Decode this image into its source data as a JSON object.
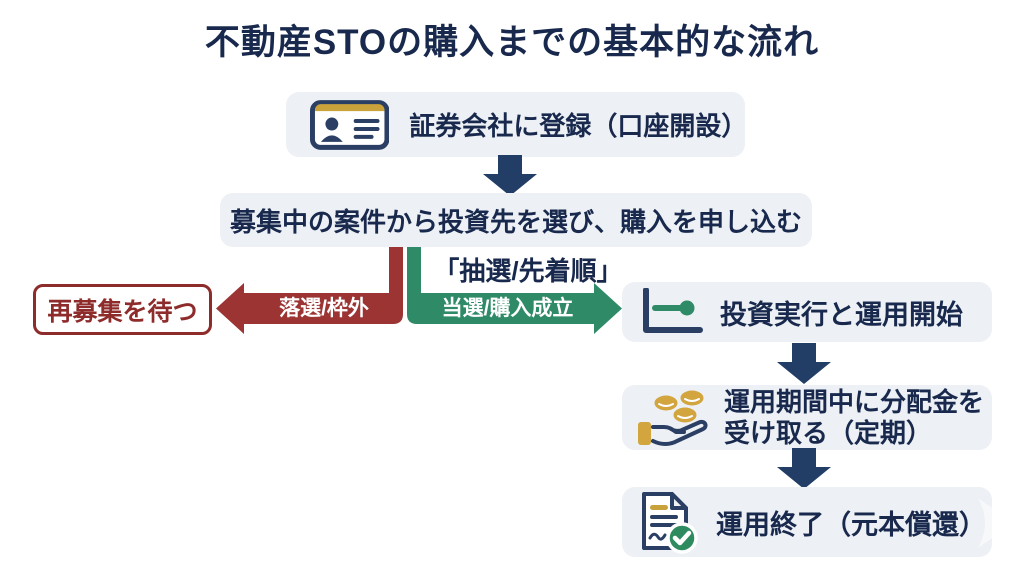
{
  "title": "不動産STOの購入までの基本的な流れ",
  "steps": {
    "register": "証券会社に登録（口座開設）",
    "apply": "募集中の案件から投資先を選び、購入を申し込む",
    "selection_note": "「抽選/先着順」",
    "lose_label": "落選/枠外",
    "lose_result": "再募集を待つ",
    "win_label": "当選/購入成立",
    "invest": "投資実行と運用開始",
    "dividend_line1": "運用期間中に分配金を",
    "dividend_line2": "受け取る（定期）",
    "end": "運用終了（元本償還）"
  },
  "icons": {
    "register": "id-card-icon",
    "invest": "chart-line-icon",
    "dividend": "coins-hand-icon",
    "end": "document-check-icon",
    "next": "next-chevron-icon"
  },
  "colors": {
    "navy_dark": "#18294d",
    "arrow_navy": "#223d66",
    "red": "#9b3433",
    "red_dark": "#8e2b2b",
    "green": "#2e8a67",
    "gold": "#c9a23c",
    "coin_gold": "#d2a53f",
    "box_bg": "#edf0f4"
  }
}
